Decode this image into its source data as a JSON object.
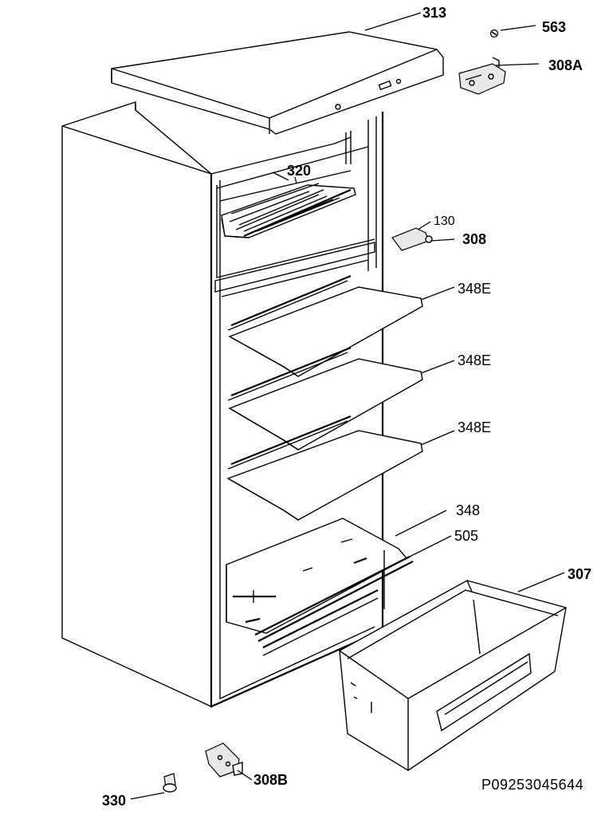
{
  "labels": {
    "p313": "313",
    "p563": "563",
    "p308A": "308A",
    "p320": "320",
    "p130": "130",
    "p308": "308",
    "p348E_1": "348E",
    "p348E_2": "348E",
    "p348E_3": "348E",
    "p348": "348",
    "p505": "505",
    "p307": "307",
    "p308B": "308B",
    "p330": "330"
  },
  "doc_id": "P09253045644"
}
